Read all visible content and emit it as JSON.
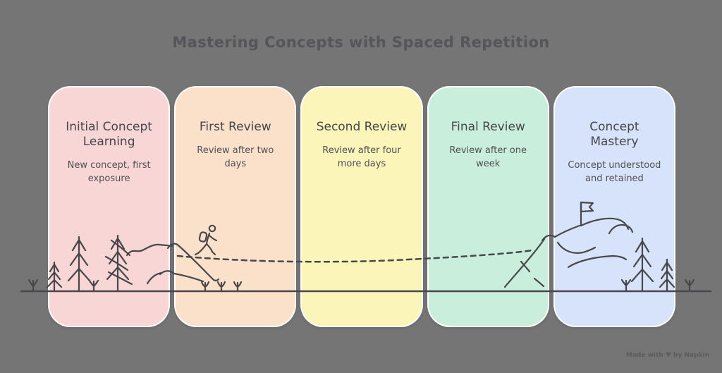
{
  "title": "Mastering Concepts with Spaced Repetition",
  "stages": [
    {
      "label": "Initial Concept\nLearning",
      "description": "New concept, first\nexposure",
      "color": "#f9d6d6"
    },
    {
      "label": "First Review",
      "description": "Review after two\ndays",
      "color": "#fce1ca"
    },
    {
      "label": "Second Review",
      "description": "Review after four\nmore days",
      "color": "#fcf5ba"
    },
    {
      "label": "Final Review",
      "description": "Review after one\nweek",
      "color": "#c9efdc"
    },
    {
      "label": "Concept\nMastery",
      "description": "Concept understood\nand retained",
      "color": "#d7e3fa"
    }
  ],
  "scene": {
    "elements": [
      "ground-line",
      "sprout-icon",
      "pine-tree-small-icon",
      "pine-tree-tall-icon",
      "sprout-icon",
      "pine-tree-tall-icon",
      "mountain-ridge",
      "hill",
      "hiker-icon",
      "dashed-trail",
      "sprout-icon",
      "sprout-icon",
      "sprout-icon",
      "summit-mountain",
      "summit-flag-icon",
      "sprout-icon",
      "pine-tree-tall-icon",
      "pine-tree-small-icon",
      "sprout-icon"
    ]
  },
  "attribution": "Made with ♥ by Napkin",
  "colors": {
    "background": "#757575",
    "line_art": "#48484c",
    "title_text": "#55555a",
    "card_heading_text": "#46464b",
    "card_body_text": "#4f4f54",
    "card_border": "#ffffff"
  }
}
